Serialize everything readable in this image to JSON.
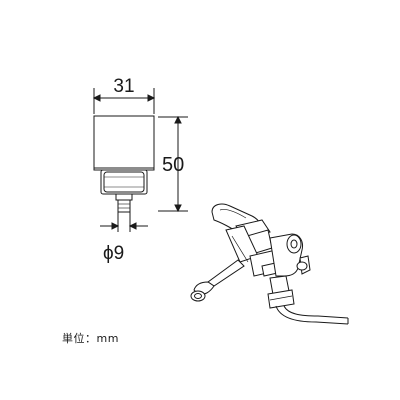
{
  "dimensions": {
    "width": "31",
    "height": "50",
    "diameter": "ϕ9"
  },
  "unit_label": "単位：mm"
}
